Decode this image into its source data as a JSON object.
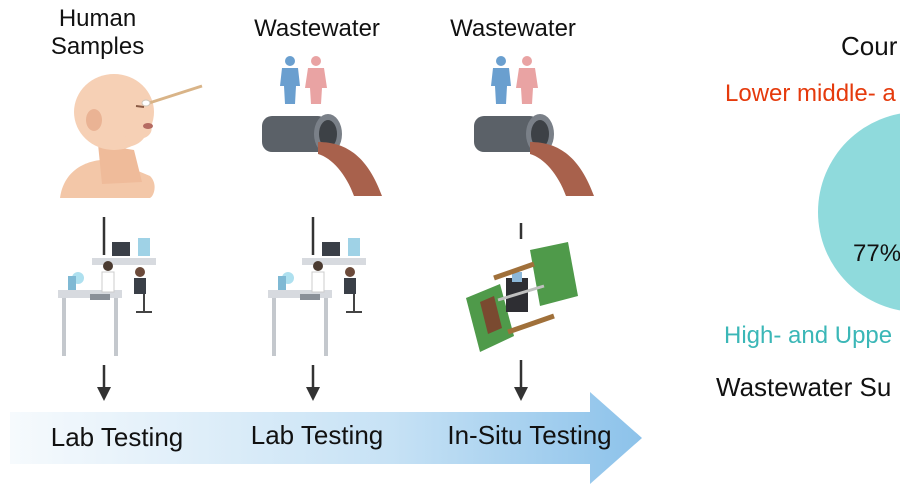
{
  "columns": [
    {
      "title_line1": "Human",
      "title_line2": "Samples",
      "testing": "Lab Testing"
    },
    {
      "title_line1": "Wastewater",
      "title_line2": "",
      "testing": "Lab Testing"
    },
    {
      "title_line1": "Wastewater",
      "title_line2": "",
      "testing": "In-Situ Testing"
    }
  ],
  "side_panel": {
    "title": "Cour",
    "lower_label": "Lower middle- a",
    "percent_label": "77%",
    "high_label": "High- and Uppe",
    "footer": "Wastewater Su"
  },
  "colors": {
    "lower_label": "#e53a0c",
    "high_label": "#3bb7b7",
    "pie": "#8fdadc",
    "arrow_band_start": "#f4f9fd",
    "arrow_band_end": "#8cc2ea",
    "pipe": "#5b6168",
    "flow": "#a8614c"
  }
}
